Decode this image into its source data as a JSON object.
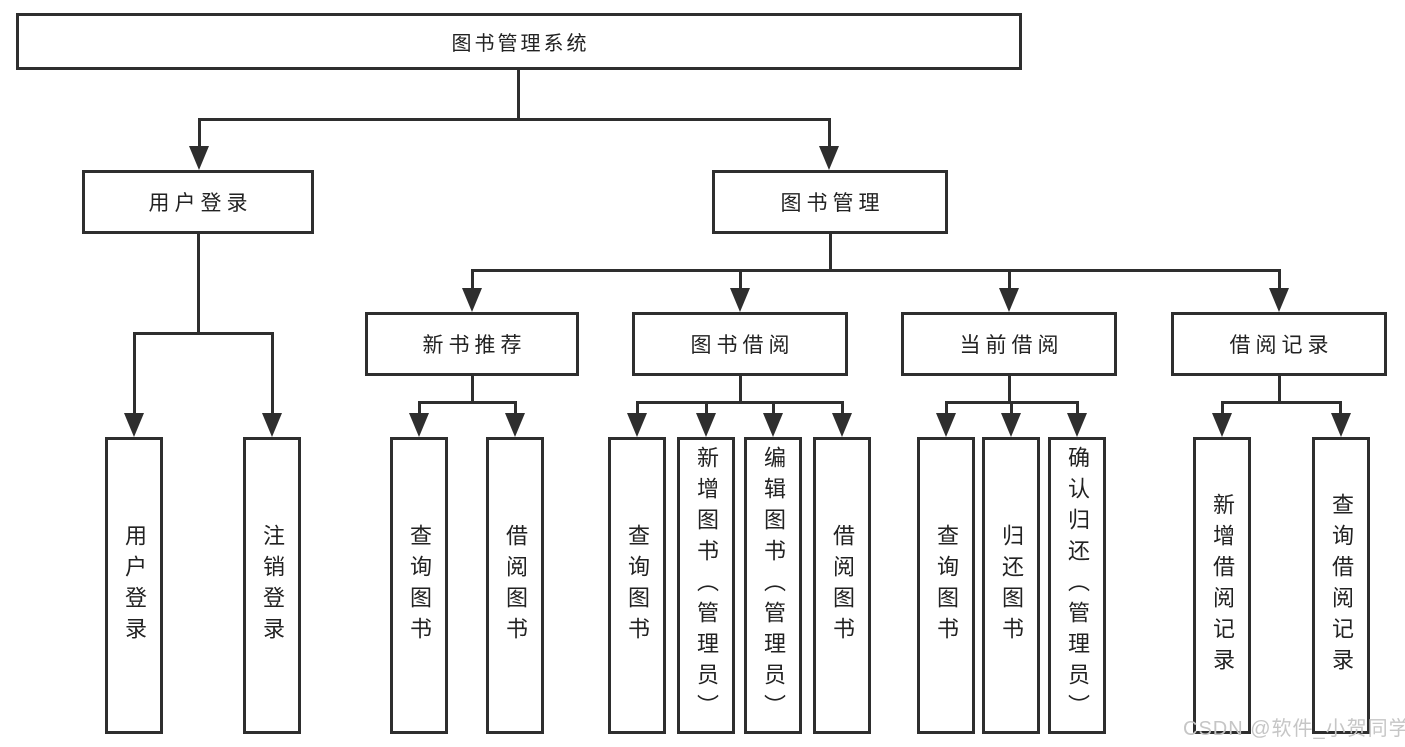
{
  "tree": {
    "label": "图书管理系统",
    "children": [
      {
        "label": "用户登录",
        "children": [
          {
            "label": "用户登录"
          },
          {
            "label": "注销登录"
          }
        ]
      },
      {
        "label": "图书管理",
        "children": [
          {
            "label": "新书推荐",
            "children": [
              {
                "label": "查询图书"
              },
              {
                "label": "借阅图书"
              }
            ]
          },
          {
            "label": "图书借阅",
            "children": [
              {
                "label": "查询图书"
              },
              {
                "label": "新增图书（管理员）"
              },
              {
                "label": "编辑图书（管理员）"
              },
              {
                "label": "借阅图书"
              }
            ]
          },
          {
            "label": "当前借阅",
            "children": [
              {
                "label": "查询图书"
              },
              {
                "label": "归还图书"
              },
              {
                "label": "确认归还（管理员）"
              }
            ]
          },
          {
            "label": "借阅记录",
            "children": [
              {
                "label": "新增借阅记录"
              },
              {
                "label": "查询借阅记录"
              }
            ]
          }
        ]
      }
    ]
  },
  "watermark": {
    "text": "CSDN @软件_小贺同学"
  },
  "colors": {
    "line": "#2e2e2e",
    "text": "#222222",
    "box_background": "#ffffff",
    "watermark": "#c6c6c6"
  }
}
